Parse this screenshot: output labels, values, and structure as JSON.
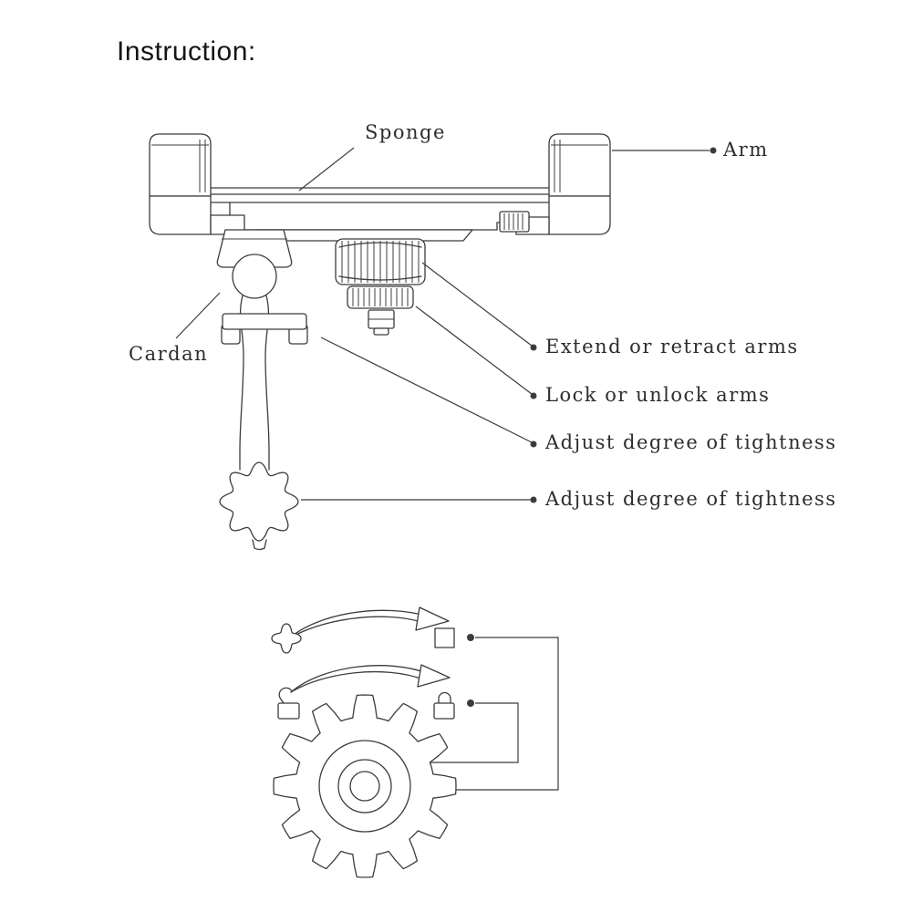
{
  "page": {
    "title": "Instruction:"
  },
  "labels": {
    "sponge": "Sponge",
    "arm": "Arm",
    "cardan": "Cardan",
    "extend": "Extend or retract arms",
    "lock": "Lock or unlock arms",
    "adjust_top": "Adjust degree of tightness",
    "adjust_knob": "Adjust degree of tightness"
  },
  "colors": {
    "line": "#3c3c3c",
    "text": "#2d2d2d",
    "background": "#ffffff"
  }
}
